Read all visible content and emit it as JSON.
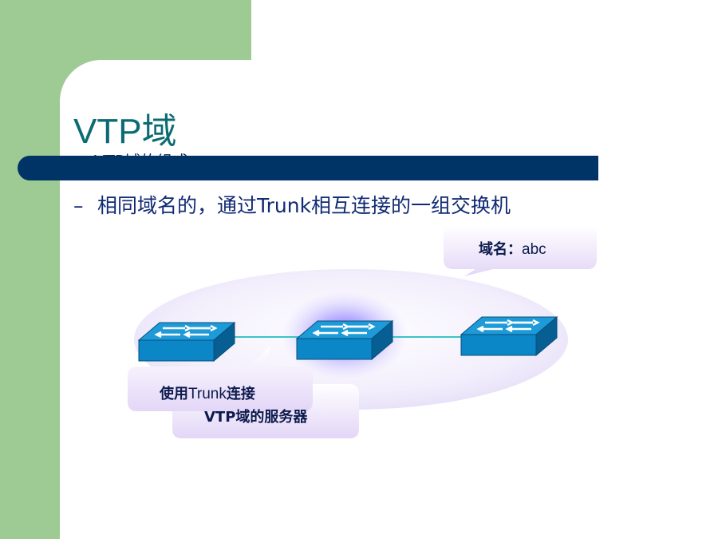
{
  "slide": {
    "title": "VTP域",
    "hidden_heading": "VTP域的组成",
    "bullet_dash": "–",
    "bullet_text": "相同域名的，通过Trunk相互连接的一组交换机"
  },
  "diagram": {
    "domain_callout_label": "域名：",
    "domain_callout_value": "abc",
    "trunk_callout_prefix": "使用",
    "trunk_callout_word": "Trunk",
    "trunk_callout_suffix": "连接",
    "server_callout": "VTP域的服务器",
    "switch_icon": "switch-icon"
  },
  "colors": {
    "green_band": "#9dcb93",
    "navy_bar": "#003366",
    "title": "#0b6b73",
    "switch_blue": "#0b8fd1",
    "link_line": "#3cc3c8",
    "callout_fill": "#e7dcf8"
  }
}
